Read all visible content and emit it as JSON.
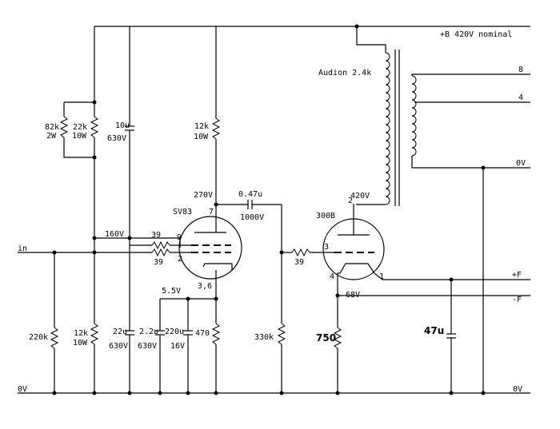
{
  "rails": {
    "supply": "+B 420V nominal",
    "ground_left": "0V",
    "ground_right": "0V",
    "input": "in",
    "filament_plus": "+F",
    "filament_minus": "-F"
  },
  "transformer": {
    "label": "Audion 2.4k",
    "taps": [
      "8",
      "4",
      "0V"
    ]
  },
  "tubes": {
    "driver": {
      "name": "SV83",
      "anode_pin": "7",
      "g1_pin": "9",
      "g2_pin": "2",
      "cathode_pins": "3,6"
    },
    "output": {
      "name": "300B",
      "anode_pin": "2",
      "grid_pin": "3",
      "fil_pin_a": "4",
      "fil_pin_b": "1"
    }
  },
  "voltages": {
    "driver_anode": "270V",
    "screen": "160V",
    "driver_cathode": "5.5V",
    "output_anode": "420V",
    "output_filament": "68V"
  },
  "components": {
    "r_82k": [
      "82k",
      "2W"
    ],
    "r_22k": [
      "22k",
      "10W"
    ],
    "c_10u": [
      "10u",
      "630V"
    ],
    "r_12k_anode": [
      "12k",
      "10W"
    ],
    "c_coupling": [
      "0.47u",
      "1000V"
    ],
    "r_grid_top": "39",
    "r_grid_bottom": "39",
    "r_grid_out": "39",
    "r_220k": "220k",
    "r_12k_screen": [
      "12k",
      "10W"
    ],
    "c_22u": [
      "22u",
      "630V"
    ],
    "c_2u2": [
      "2.2u",
      "630V"
    ],
    "c_220u": [
      "220u",
      "16V"
    ],
    "r_470": "470",
    "r_330k": "330k",
    "r_750": "750",
    "c_47u": "47u"
  }
}
